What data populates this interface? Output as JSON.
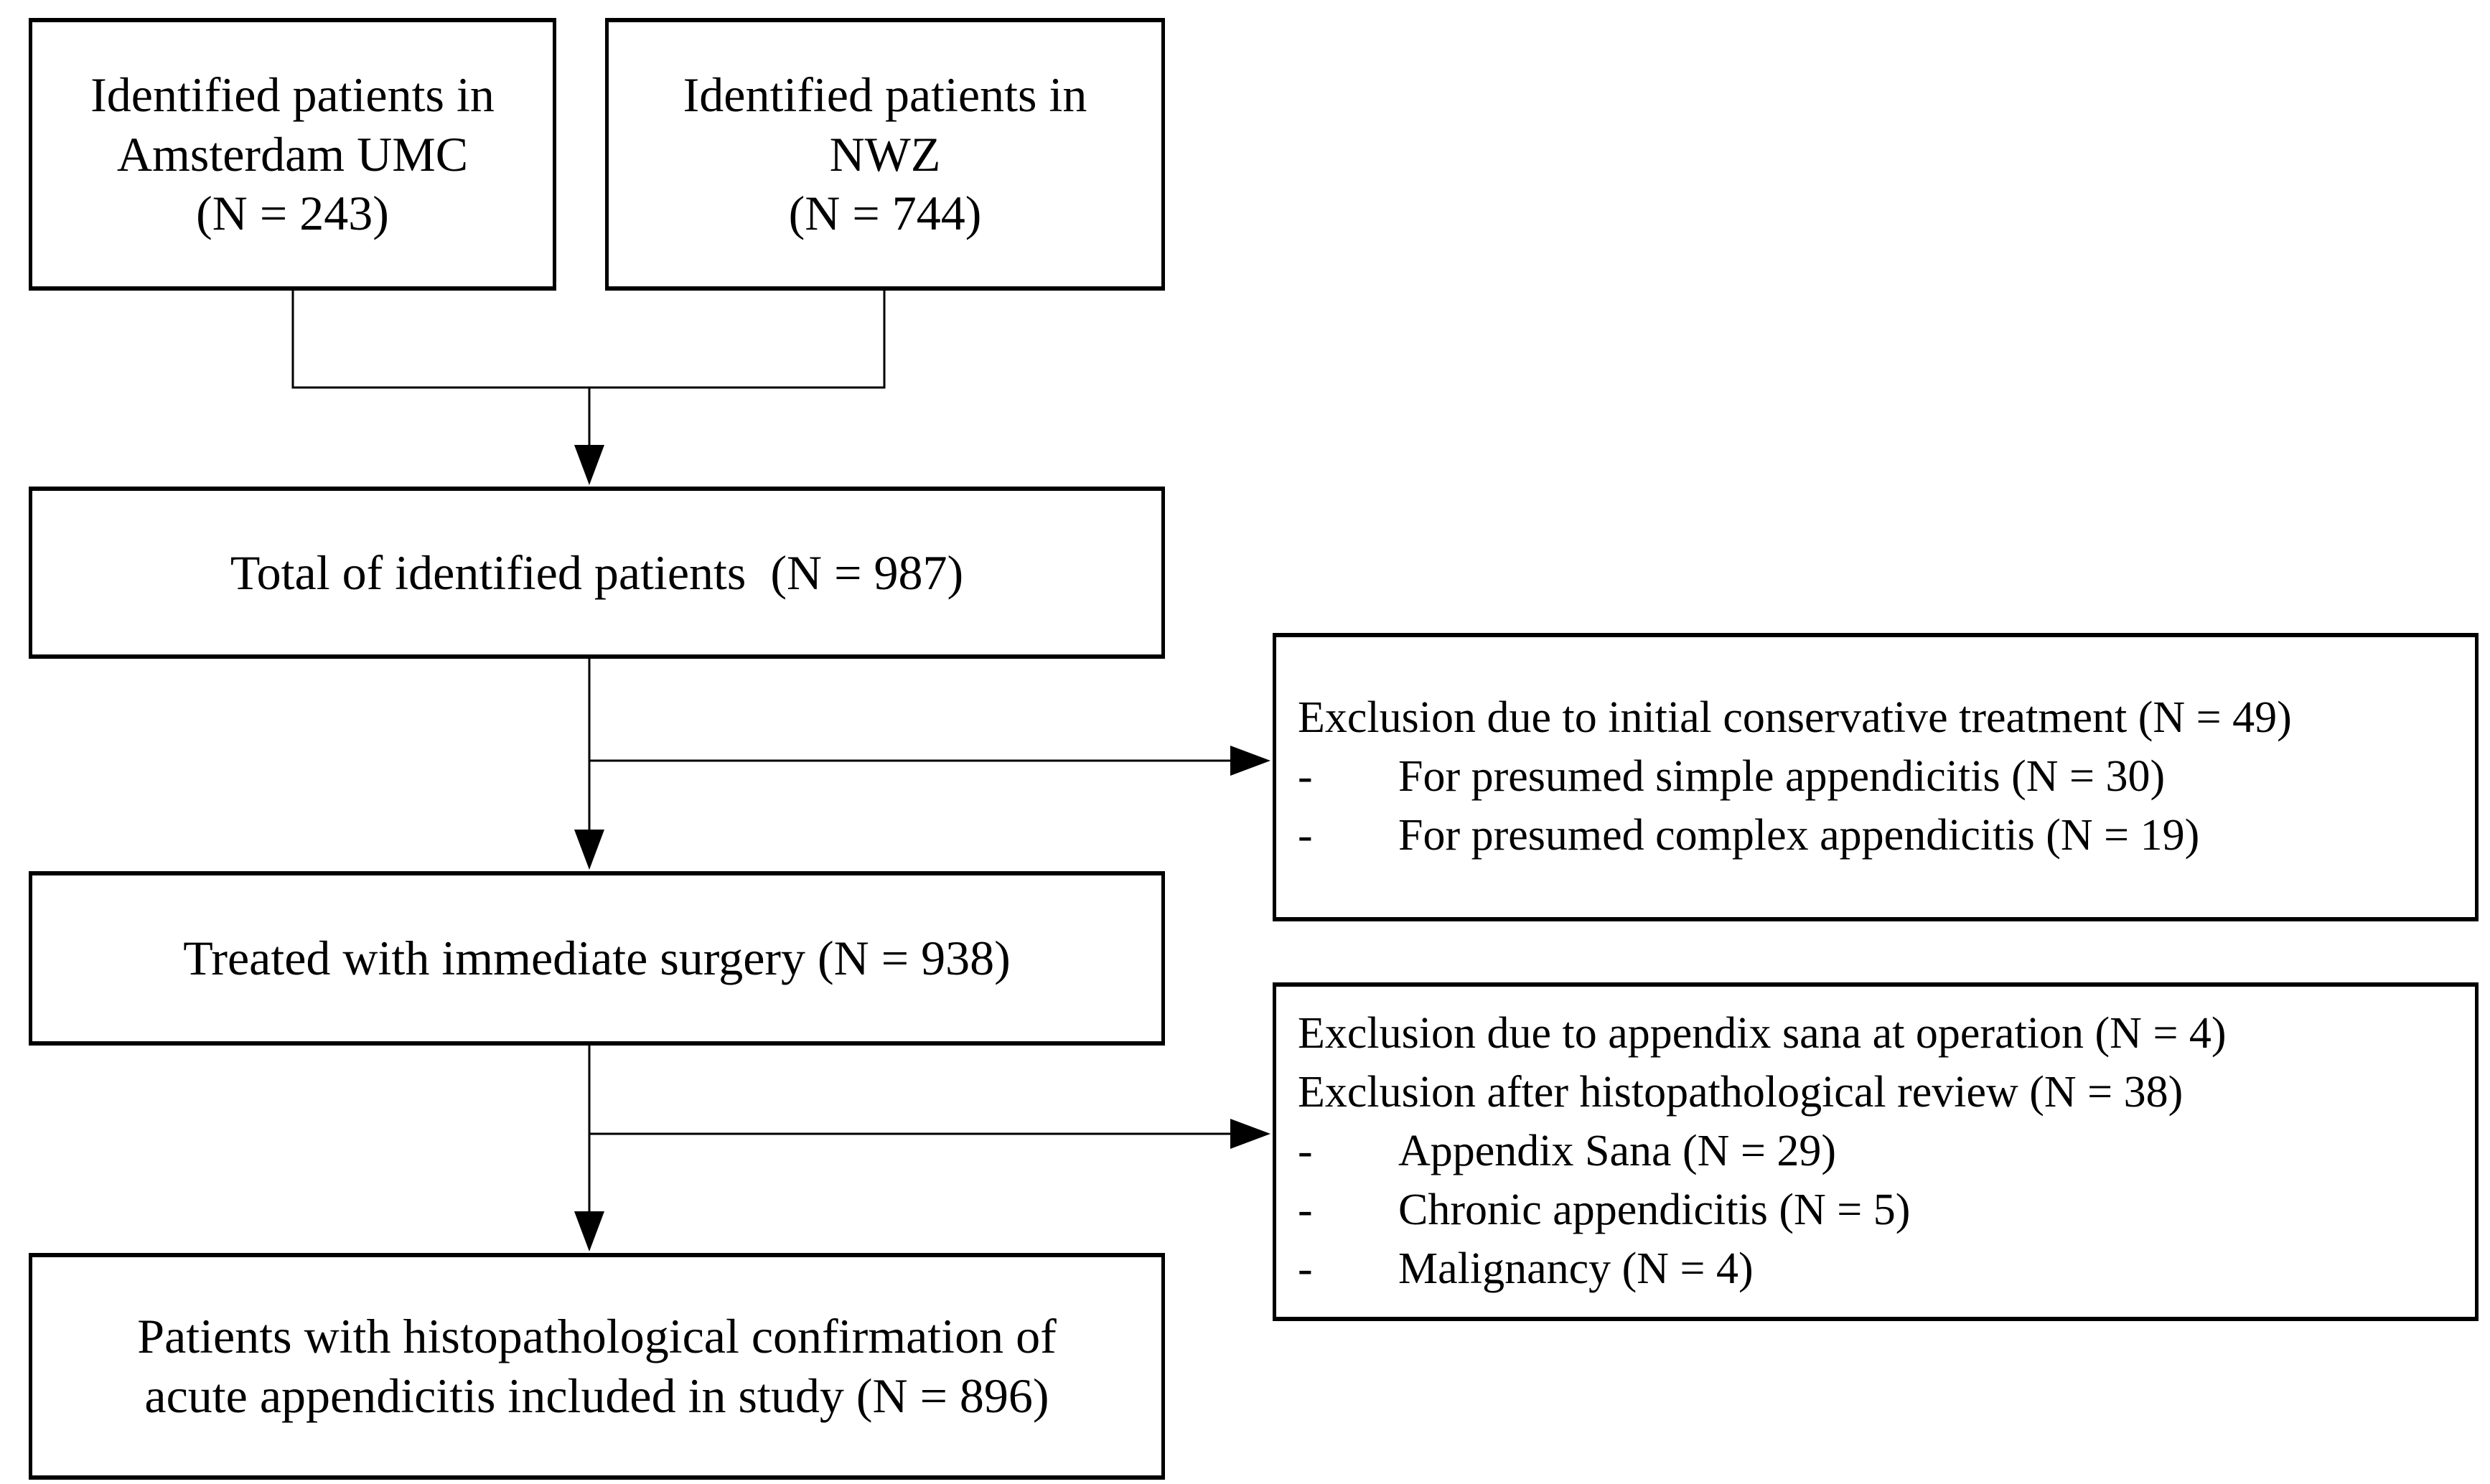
{
  "diagram": {
    "colors": {
      "line": "#000000",
      "text": "#000000",
      "background": "#ffffff"
    },
    "bullet_char": "-",
    "boxes": {
      "amsterdam": {
        "lines": [
          "Identified patients in",
          "Amsterdam UMC",
          "(N = 243)"
        ]
      },
      "nwz": {
        "lines": [
          "Identified patients in",
          "NWZ",
          "(N = 744)"
        ]
      },
      "total": {
        "lines": [
          "Total of identified patients  (N = 987)"
        ]
      },
      "surgery": {
        "lines": [
          "Treated with immediate surgery (N = 938)"
        ]
      },
      "included": {
        "lines": [
          "Patients with histopathological confirmation of",
          "acute appendicitis included in study (N = 896)"
        ]
      },
      "exclusion_conservative": {
        "header_lines": [
          "Exclusion due to initial conservative treatment (N = 49)"
        ],
        "bullets": [
          "For presumed simple appendicitis (N = 30)",
          "For presumed complex appendicitis (N = 19)"
        ]
      },
      "exclusion_histopathology": {
        "header_lines": [
          "Exclusion due to appendix sana at operation (N = 4)",
          "Exclusion after histopathological review (N = 38)"
        ],
        "bullets": [
          "Appendix Sana (N = 29)",
          "Chronic appendicitis (N = 5)",
          "Malignancy (N = 4)"
        ]
      }
    }
  }
}
